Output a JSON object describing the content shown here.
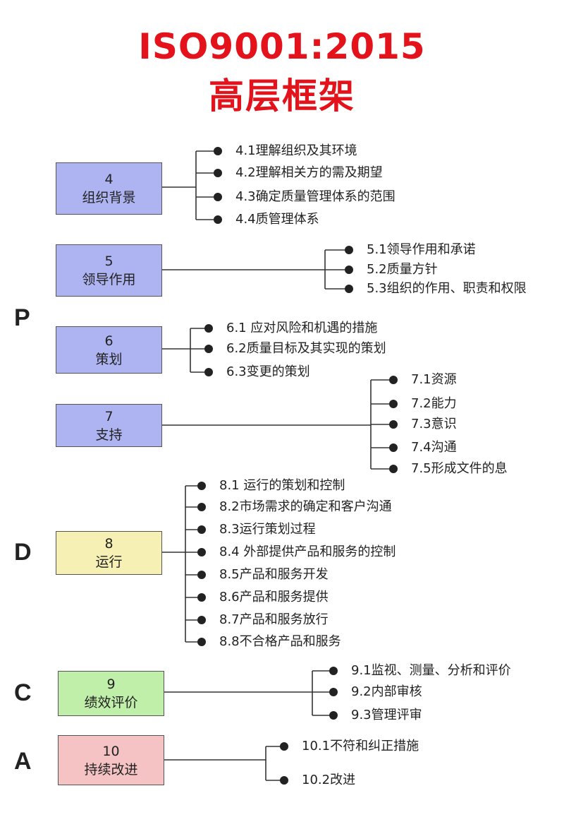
{
  "title": {
    "line1": "ISO9001:2015",
    "line2": "高层框架"
  },
  "phases": {
    "p": "P",
    "d": "D",
    "c": "C",
    "a": "A"
  },
  "colors": {
    "title": "#e3121b",
    "blue": "#aeb4f2",
    "yellow": "#f6f0b4",
    "green": "#c0efaa",
    "red": "#f5c3c3"
  },
  "clauses": [
    {
      "number": "4",
      "name": "组织背景",
      "items": [
        "4.1理解组织及其环境",
        "4.2理解相关方的需及期望",
        "4.3确定质量管理体系的范围",
        "4.4质管理体系"
      ]
    },
    {
      "number": "5",
      "name": "领导作用",
      "items": [
        "5.1领导作用和承诺",
        "5.2质量方针",
        "5.3组织的作用、职责和权限"
      ]
    },
    {
      "number": "6",
      "name": "策划",
      "items": [
        "6.1 应对风险和机遇的措施",
        "6.2质量目标及其实现的策划",
        "6.3变更的策划"
      ]
    },
    {
      "number": "7",
      "name": "支持",
      "items": [
        "7.1资源",
        "7.2能力",
        "7.3意识",
        "7.4沟通",
        "7.5形成文件的息"
      ]
    },
    {
      "number": "8",
      "name": "运行",
      "items": [
        "8.1 运行的策划和控制",
        "8.2市场需求的确定和客户沟通",
        "8.3运行策划过程",
        "8.4 外部提供产品和服务的控制",
        "8.5产品和服务开发",
        "8.6产品和服务提供",
        "8.7产品和服务放行",
        "8.8不合格产品和服务"
      ]
    },
    {
      "number": "9",
      "name": "绩效评价",
      "items": [
        "9.1监视、测量、分析和评价",
        "9.2内部审核",
        "9.3管理评审"
      ]
    },
    {
      "number": "10",
      "name": "持续改进",
      "items": [
        "10.1不符和纠正措施",
        "10.2改进"
      ]
    }
  ]
}
